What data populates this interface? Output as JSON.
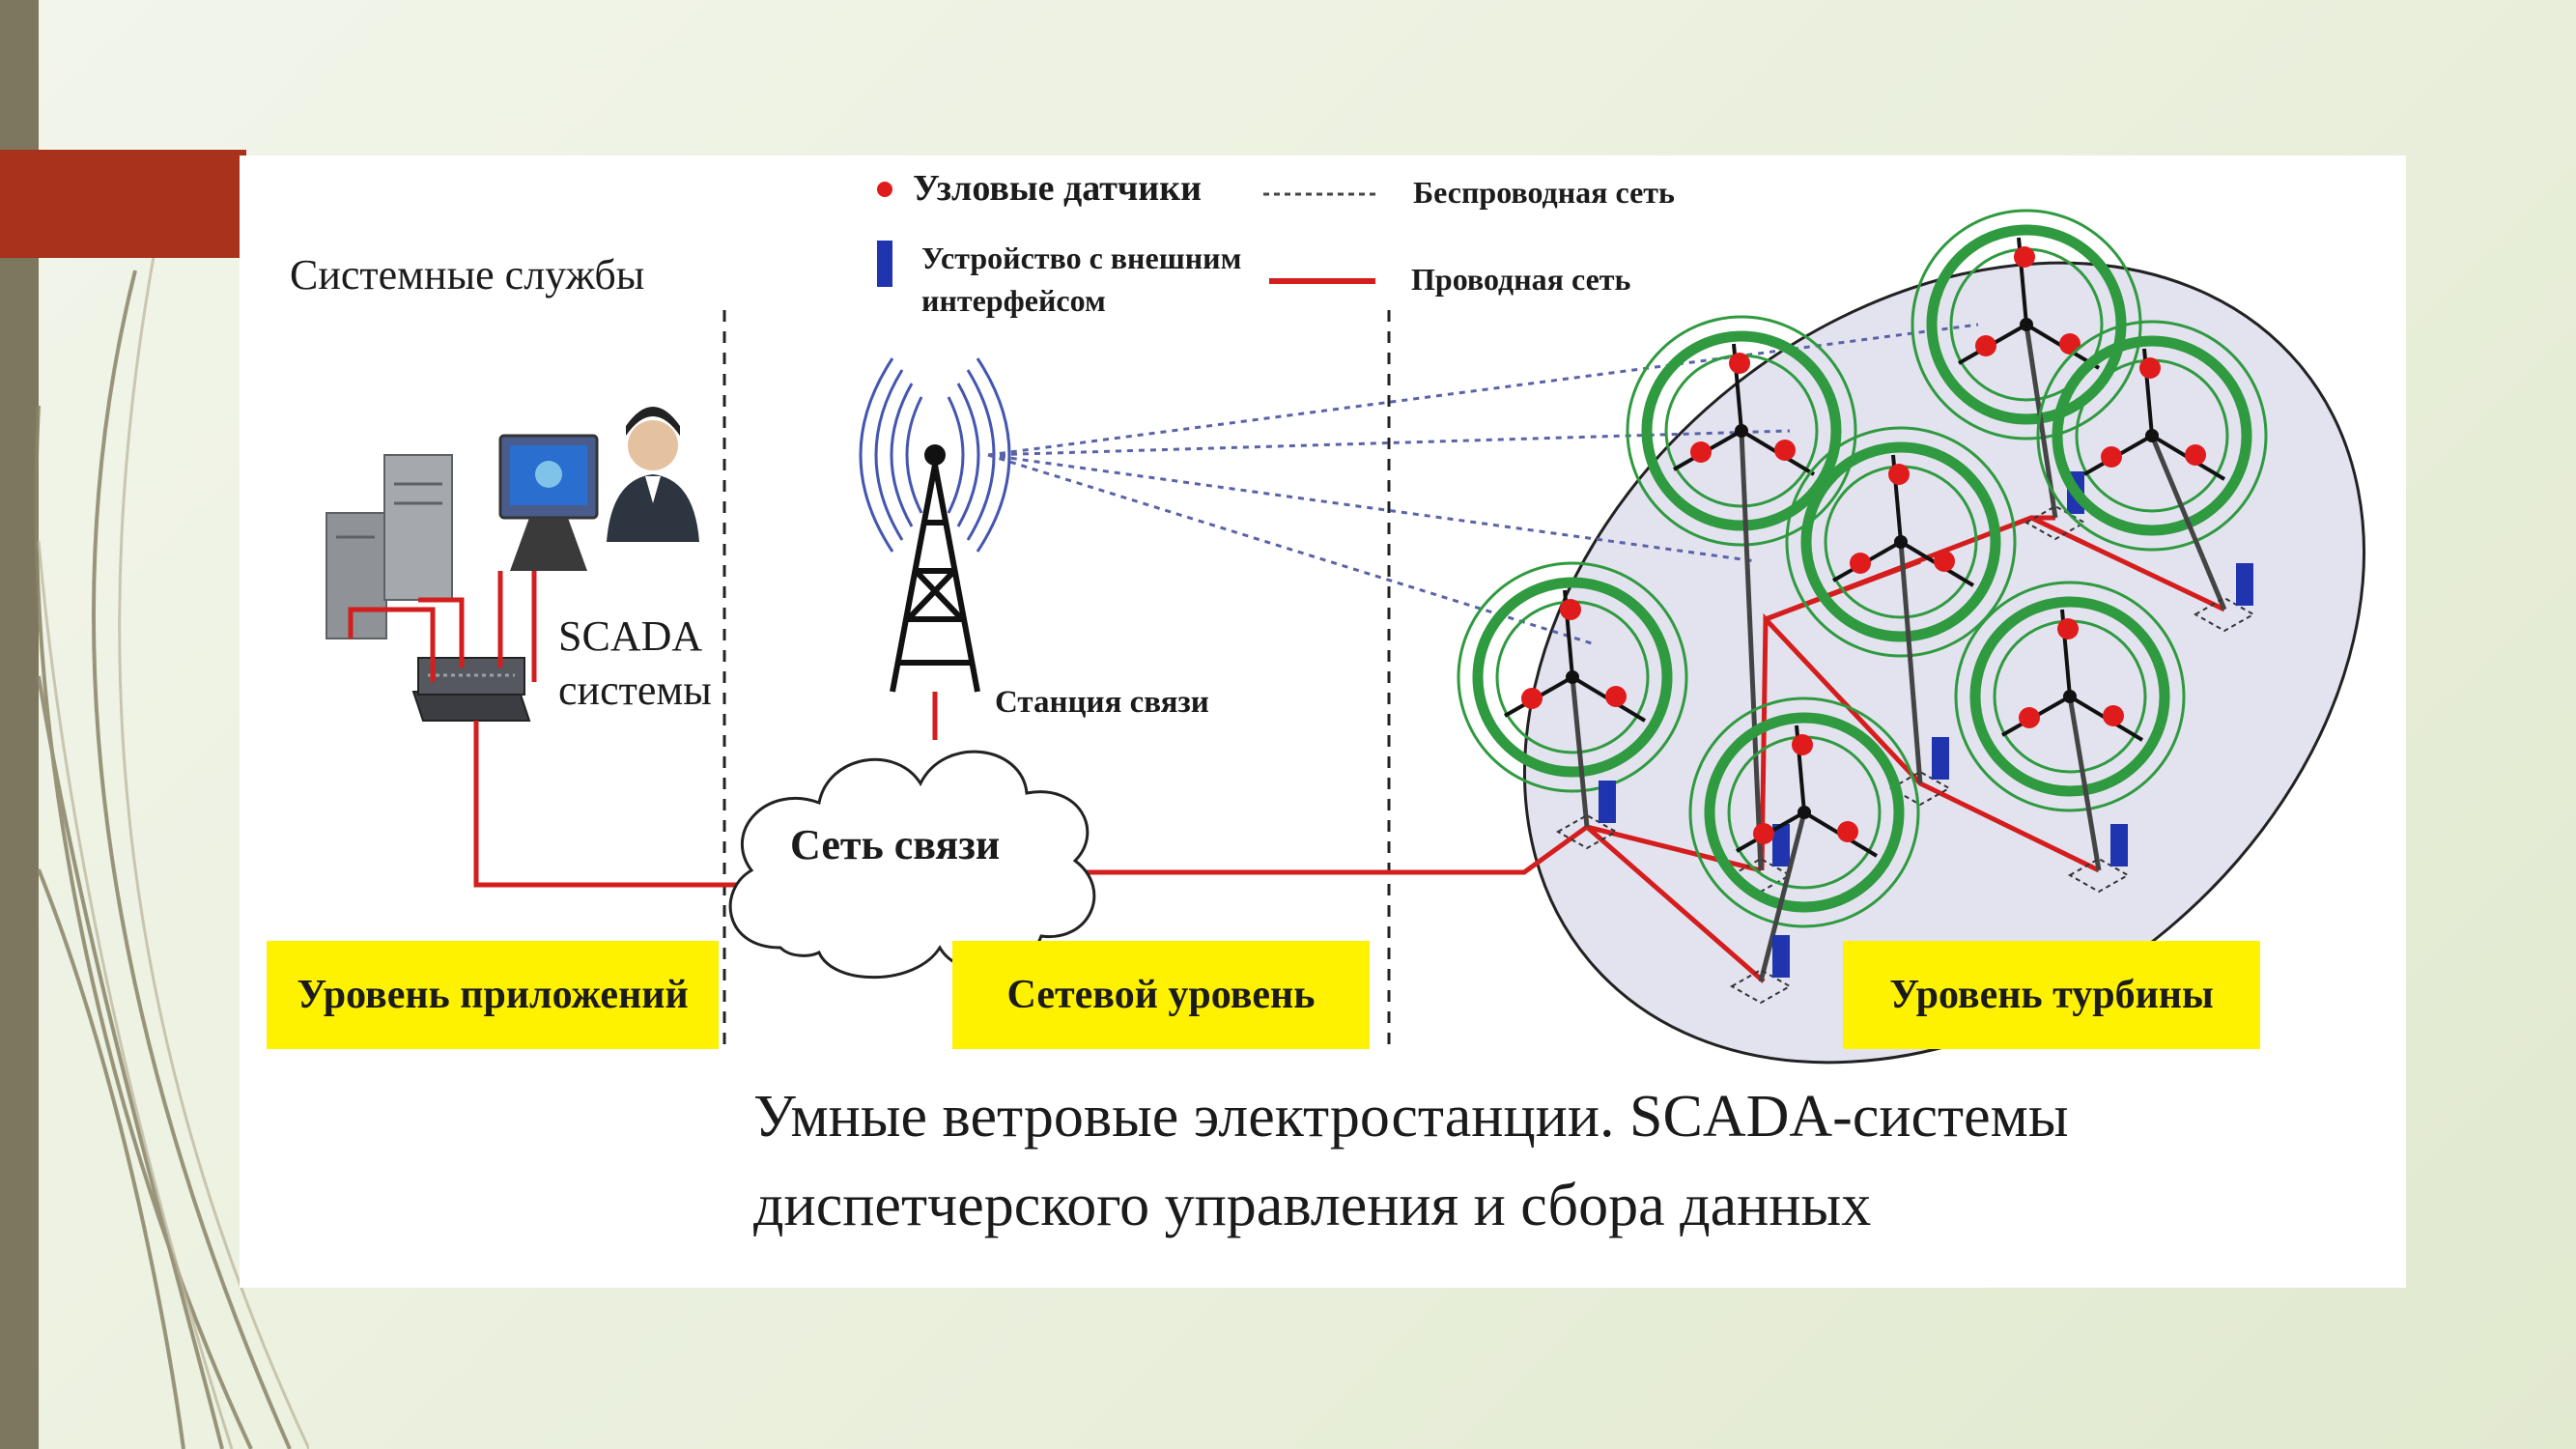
{
  "diagram": {
    "legend": {
      "sensor_label": "Узловые датчики",
      "device_label_line1": "Устройство с внешним",
      "device_label_line2": "интерфейсом",
      "wireless_label": "Беспроводная сеть",
      "wired_label": "Проводная сеть"
    },
    "system_services_label": "Системные службы",
    "scada_line1": "SCADA",
    "scada_line2": "системы",
    "station_label": "Станция связи",
    "cloud_label": "Сеть связи",
    "levels": {
      "application": "Уровень приложений",
      "network": "Сетевой уровень",
      "turbine": "Уровень турбины"
    },
    "caption_line1": "Умные ветровые электростанции. SCADA-системы",
    "caption_line2": "диспетчерского управления и сбора данных",
    "colors": {
      "sensor": "#e01b1b",
      "device": "#1f35b0",
      "wired": "#d41e1e",
      "wireless": "#5a63a8",
      "ring": "#2f9a3f",
      "level_bg": "#fff200",
      "field_bg": "#e3e3ef",
      "accent": "#a8321a"
    }
  }
}
